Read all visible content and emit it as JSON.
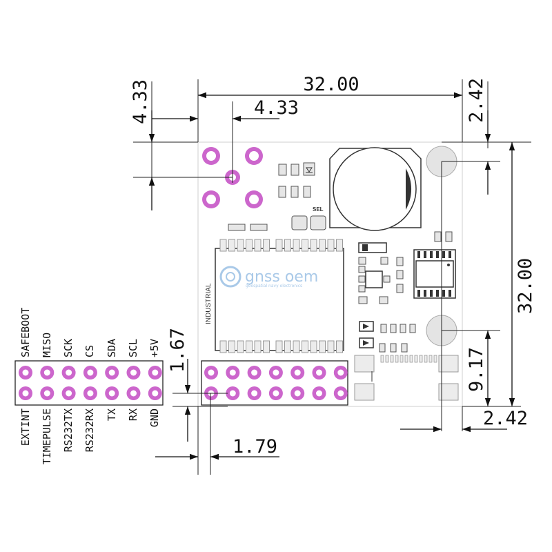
{
  "dimensions": {
    "board_width": "32.00",
    "board_height": "32.00",
    "pad_offset_x": "4.33",
    "pad_offset_y": "4.33",
    "top_margin": "2.42",
    "right_margin": "2.42",
    "header_offset_y": "1.67",
    "header_offset_x": "1.79",
    "hole_offset_y": "9.17"
  },
  "pin_labels_top": [
    "SAFEBOOT",
    "MISO",
    "SCK",
    "CS",
    "SDA",
    "SCL",
    "+5V"
  ],
  "pin_labels_bottom": [
    "EXTINT",
    "TIMEPULSE",
    "RS232TX",
    "RS232RX",
    "TX",
    "RX",
    "GND"
  ],
  "silkscreen": {
    "module_label": "INDUSTRIAL",
    "sel_label": "SEL",
    "logo_text": "gnss oem",
    "logo_subtitle": "geospatial navy electronics"
  },
  "colors": {
    "pad_ring": "#cc66cc",
    "pad_center": "#ffffff",
    "logo": "#a9c9e8"
  }
}
